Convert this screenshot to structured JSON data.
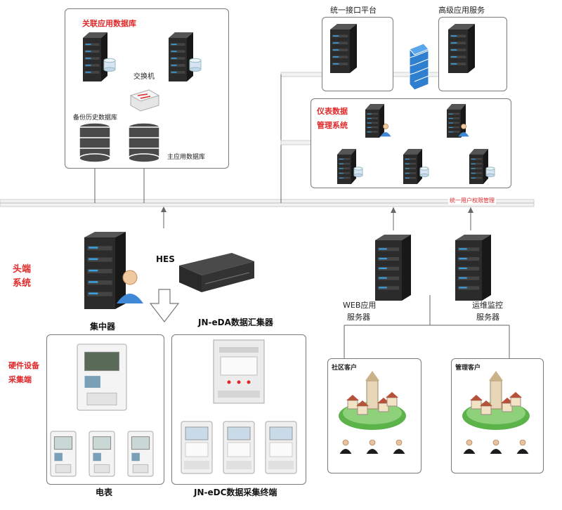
{
  "db_panel": {
    "title": "关联应用数据库",
    "switch_label": "交换机",
    "backup_db_label": "备份历史数据库",
    "main_db_label": "主应用数据库"
  },
  "top_right": {
    "interface_label": "统一接口平台",
    "advanced_label": "高级应用服务"
  },
  "meter_panel": {
    "title_line1": "仪表数据",
    "title_line2": "管理系统"
  },
  "bus": {
    "permission_label": "统一用户权限管理"
  },
  "headend": {
    "label_line1": "头端",
    "label_line2": "系统",
    "hes_label": "HES",
    "concentrator_label": "集中器",
    "eda_label": "JN-eDA数据汇集器"
  },
  "servers": {
    "web_line1": "WEB应用",
    "web_line2": "服务器",
    "ops_line1": "运维监控",
    "ops_line2": "服务器"
  },
  "hardware": {
    "label_line1": "硬件设备",
    "label_line2": "采集端",
    "meter_label": "电表",
    "edc_label": "JN-eDC数据采集终端"
  },
  "clients": {
    "community_label": "社区客户",
    "management_label": "管理客户"
  },
  "colors": {
    "accent_red": "#e0292a",
    "server_dark": "#2b2b2b",
    "led_blue": "#3aa0e0"
  }
}
